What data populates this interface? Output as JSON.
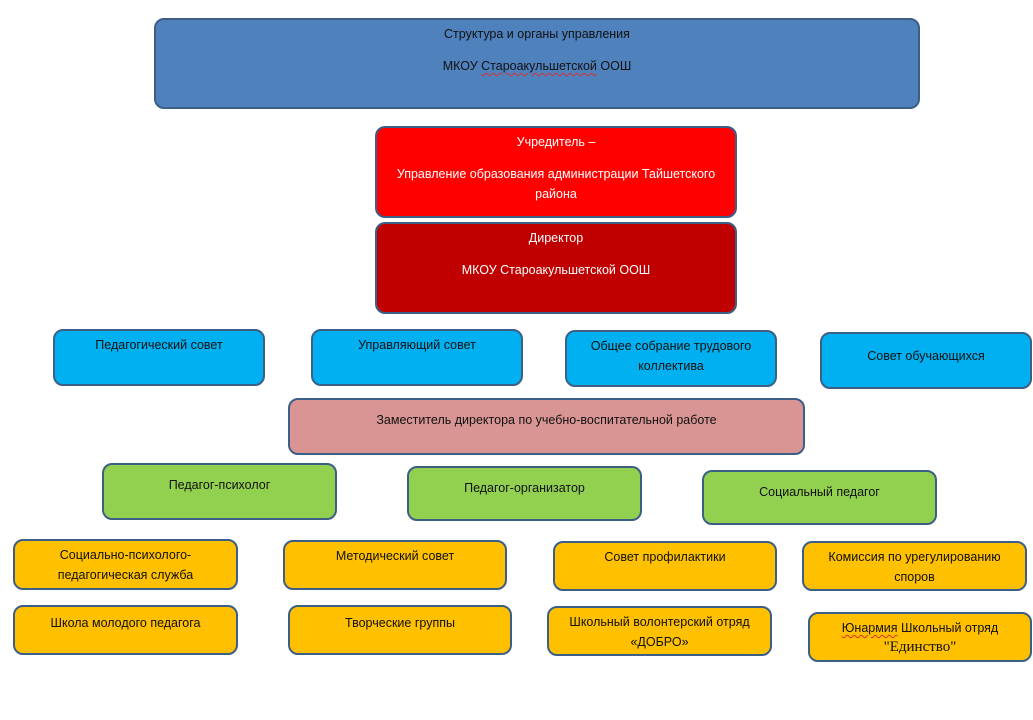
{
  "title": {
    "line1": "Структура и органы управления",
    "line2_a": "МКОУ ",
    "line2_b": "Староакульшетской",
    "line2_c": " ООШ"
  },
  "founder": {
    "line1": "Учредитель –",
    "line2": "Управление образования администрации Тайшетского района"
  },
  "director": {
    "line1": "Директор",
    "line2": "МКОУ Староакульшетской ООШ"
  },
  "councils": [
    "Педагогический совет",
    "Управляющий совет",
    "Общее собрание трудового коллектива",
    "Совет обучающихся"
  ],
  "deputy": "Заместитель директора по учебно-воспитательной работе",
  "specialists": [
    "Педагог-психолог",
    "Педагог-организатор",
    "Социальный педагог"
  ],
  "units_row1": [
    "Социально-психолого-педагогическая служба",
    "Методический совет",
    "Совет профилактики",
    "Комиссия по урегулированию споров"
  ],
  "units_row2": [
    "Школа молодого педагога",
    "Творческие группы",
    "Школьный волонтерский отряд «ДОБРО»"
  ],
  "yunarmia": {
    "line1_a": "Юнармия",
    "line1_b": " Школьный отряд",
    "line2": "\"Единство\""
  },
  "colors": {
    "title": "#4f81bd",
    "founder": "#ff0000",
    "director": "#c00000",
    "councils": "#00b0f0",
    "deputy": "#d99594",
    "specialists": "#92d050",
    "units": "#ffc000",
    "border": "#3d5f86"
  }
}
